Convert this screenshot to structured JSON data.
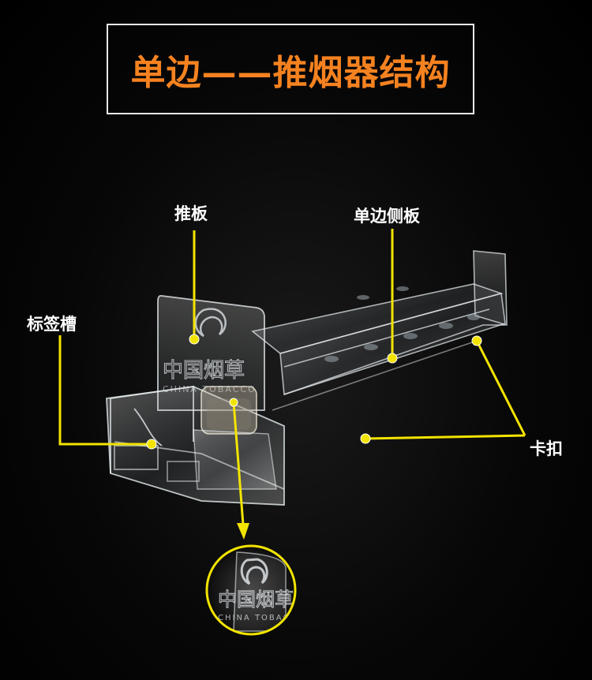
{
  "title": "单边——推烟器结构",
  "labels": {
    "push_plate": "推板",
    "side_panel": "单边侧板",
    "label_slot": "标签槽",
    "clip": "卡扣"
  },
  "engraving": {
    "cn": "中国烟草",
    "en": "CHINA TOBACCO"
  },
  "colors": {
    "title": "#f58220",
    "annotation": "#f2e400",
    "label_text": "#ffffff",
    "frame": "#e8e8e8"
  }
}
